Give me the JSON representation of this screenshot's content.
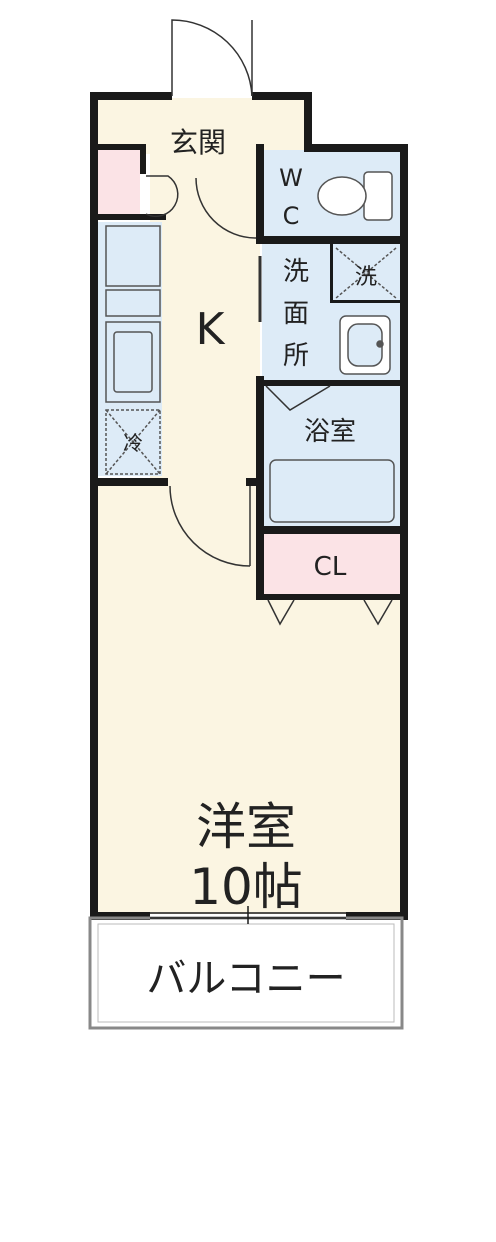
{
  "rooms": {
    "entrance": "玄関",
    "wc_top": "W",
    "wc_bottom": "C",
    "kitchen": "K",
    "washroom_1": "洗",
    "washroom_2": "面",
    "washroom_3": "所",
    "washer_space": "洗",
    "fridge_space": "冷",
    "bath": "浴室",
    "closet": "CL",
    "western_room": "洋室",
    "western_room_size": "10帖",
    "balcony": "バルコニー"
  },
  "colors": {
    "wall": "#1a1a1a",
    "floor": "#fbf5e2",
    "wet_area": "#ddebf7",
    "closet": "#fbe3e6",
    "fixture_line": "#555555"
  }
}
